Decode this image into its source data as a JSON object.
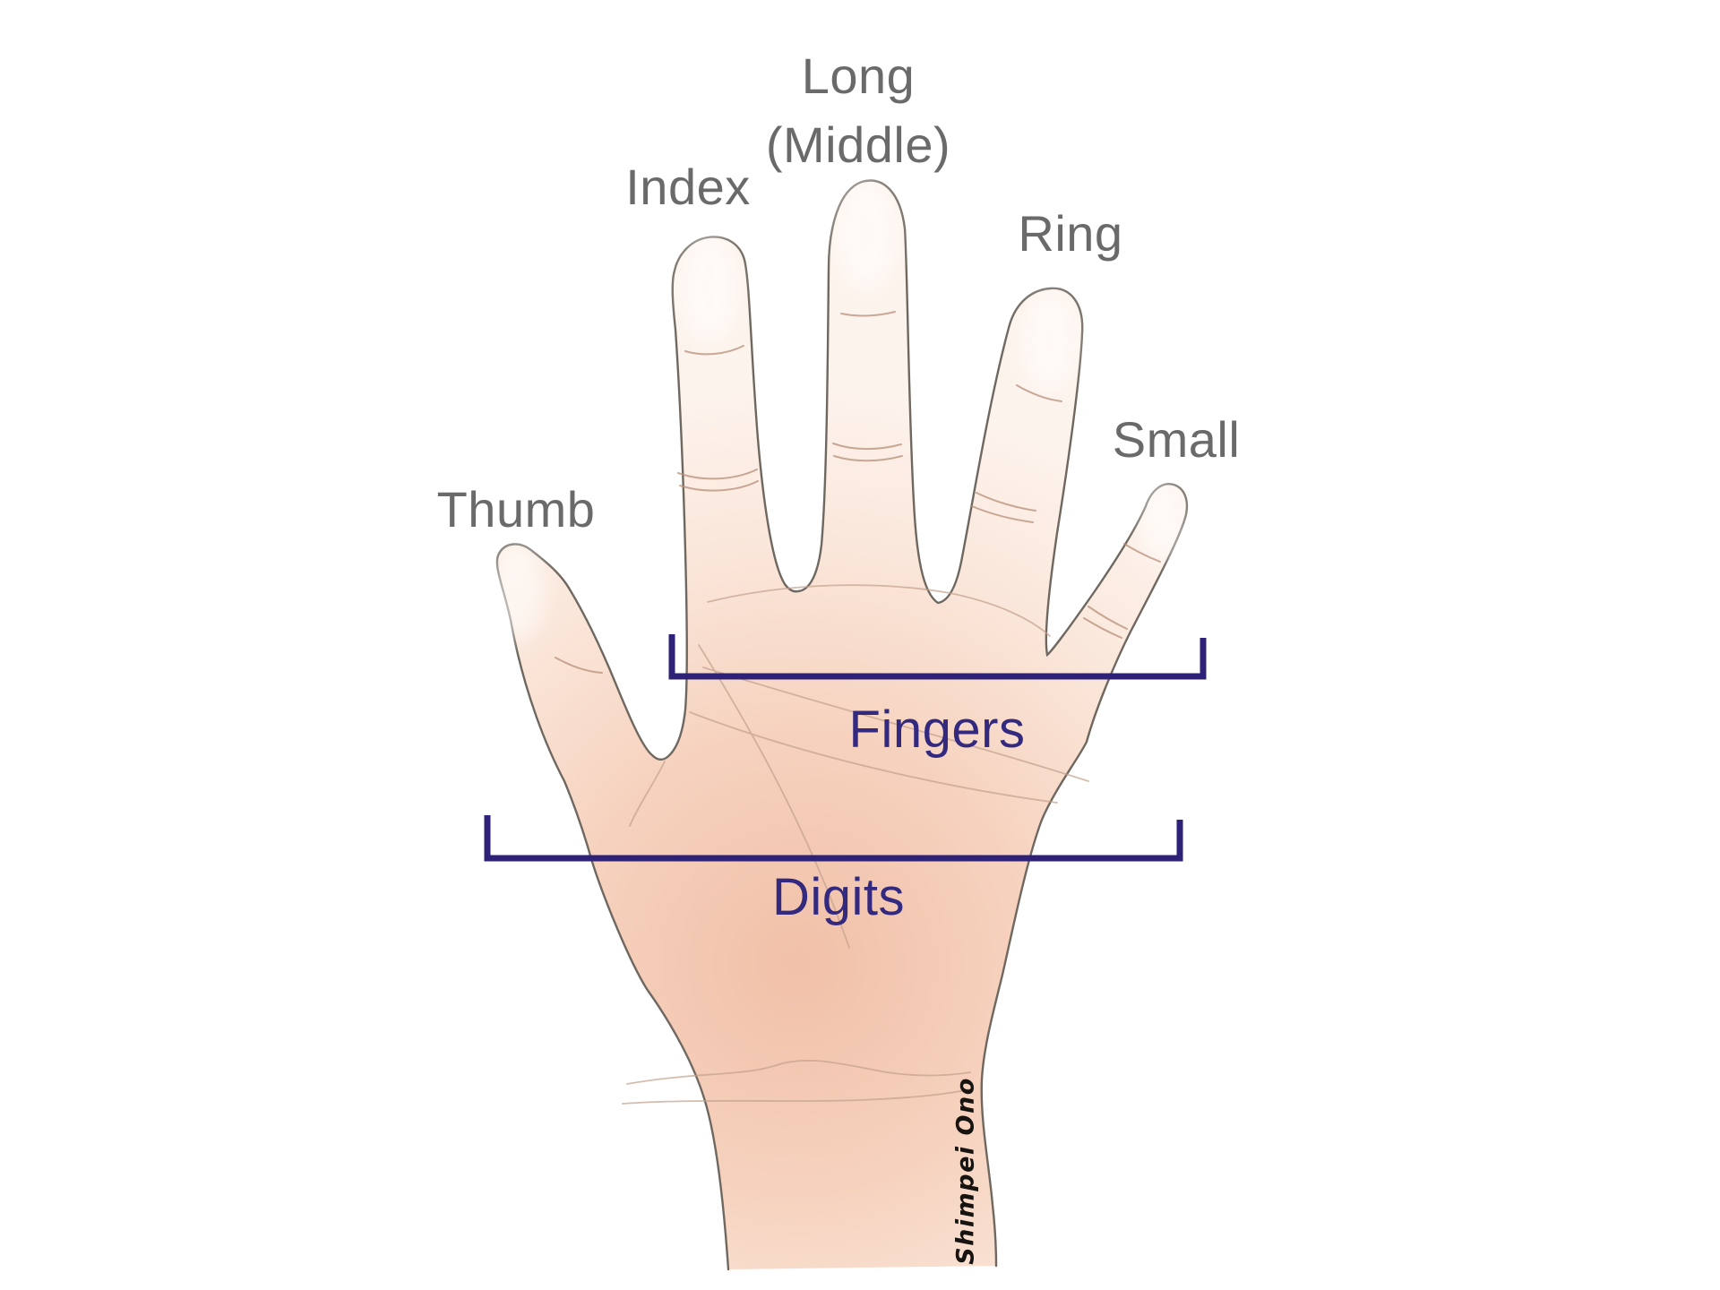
{
  "diagram": {
    "type": "hand-finger-nomenclature",
    "finger_labels": [
      {
        "id": "thumb",
        "label": "Thumb"
      },
      {
        "id": "index",
        "label": "Index"
      },
      {
        "id": "long",
        "label": "Long",
        "label_secondary": "(Middle)"
      },
      {
        "id": "ring",
        "label": "Ring"
      },
      {
        "id": "small",
        "label": "Small"
      }
    ],
    "brackets": [
      {
        "id": "fingers",
        "label": "Fingers"
      },
      {
        "id": "digits",
        "label": "Digits"
      }
    ],
    "signature": "Shimpei Ono",
    "colors": {
      "label_gray": "#6a6a6a",
      "bracket_indigo": "#2d2277",
      "group_label_indigo": "#33297f",
      "hand_outline": "#6f6860",
      "skin_deep": "#f1c0a8",
      "skin_mid": "#f6d2be",
      "skin_light": "#fdf3ed",
      "crease_brown": "#b78f79",
      "signature_black": "#161311",
      "background": "#ffffff"
    }
  }
}
